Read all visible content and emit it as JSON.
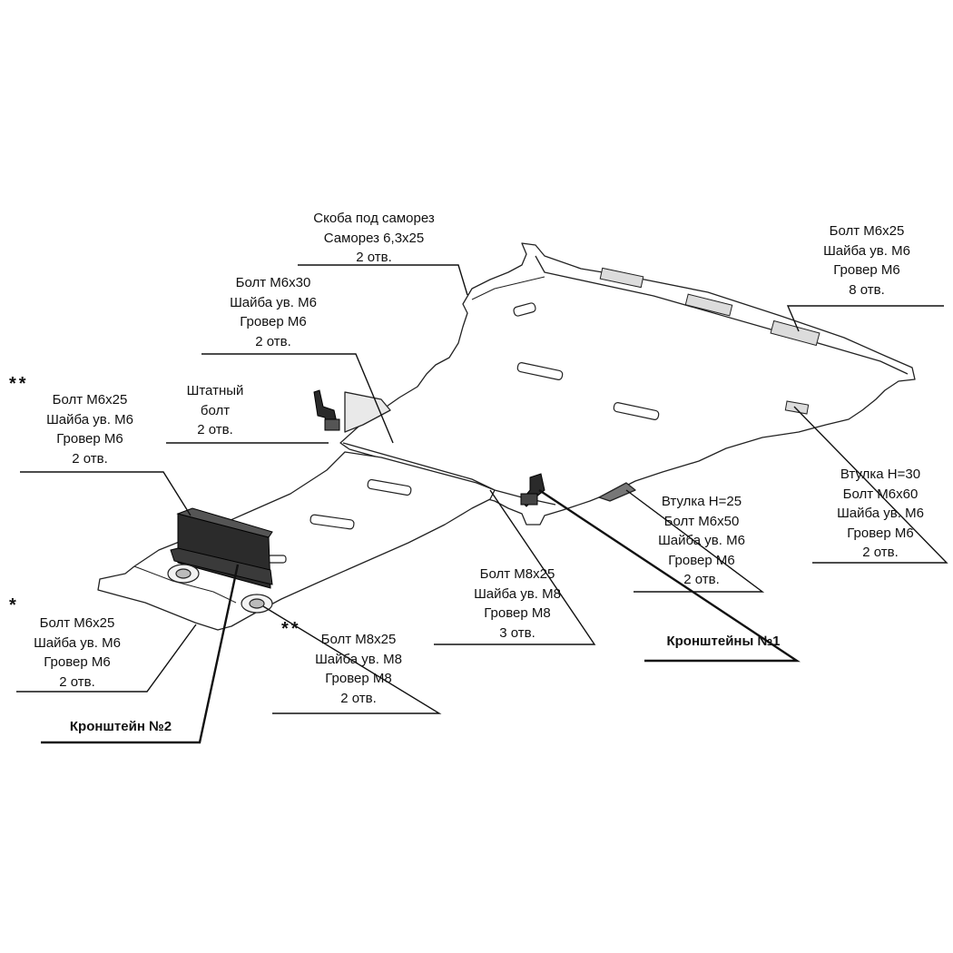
{
  "callouts": {
    "skoba": [
      "Скоба под саморез",
      "Саморез 6,3х25",
      "2 отв."
    ],
    "bolt_m6x25_top": [
      "Болт М6х25",
      "Шайба ув. М6",
      "Гровер М6",
      "8 отв."
    ],
    "bolt_m6x30": [
      "Болт М6х30",
      "Шайба ув. М6",
      "Гровер М6",
      "2 отв."
    ],
    "shtatny": [
      "Штатный",
      "болт",
      "2 отв."
    ],
    "bolt_m6x25_left": [
      "Болт М6х25",
      "Шайба ув. М6",
      "Гровер М6",
      "2 отв."
    ],
    "vtulka_30": [
      "Втулка Н=30",
      "Болт М6х60",
      "Шайба ув. М6",
      "Гровер М6",
      "2 отв."
    ],
    "vtulka_25": [
      "Втулка Н=25",
      "Болт М6х50",
      "Шайба ув. М6",
      "Гровер М6",
      "2 отв."
    ],
    "bolt_m8x25_mid": [
      "Болт М8х25",
      "Шайба ув. М8",
      "Гровер М8",
      "3 отв."
    ],
    "bolt_m6x25_low": [
      "Болт М6х25",
      "Шайба ув. М6",
      "Гровер М6",
      "2 отв."
    ],
    "bolt_m8x25_low": [
      "Болт М8х25",
      "Шайба ув. М8",
      "Гровер М8",
      "2 отв."
    ]
  },
  "brackets": {
    "bracket_1": "Кронштейны №1",
    "bracket_2": "Кронштейн №2"
  },
  "markers": {
    "double": "**",
    "single": "*"
  }
}
